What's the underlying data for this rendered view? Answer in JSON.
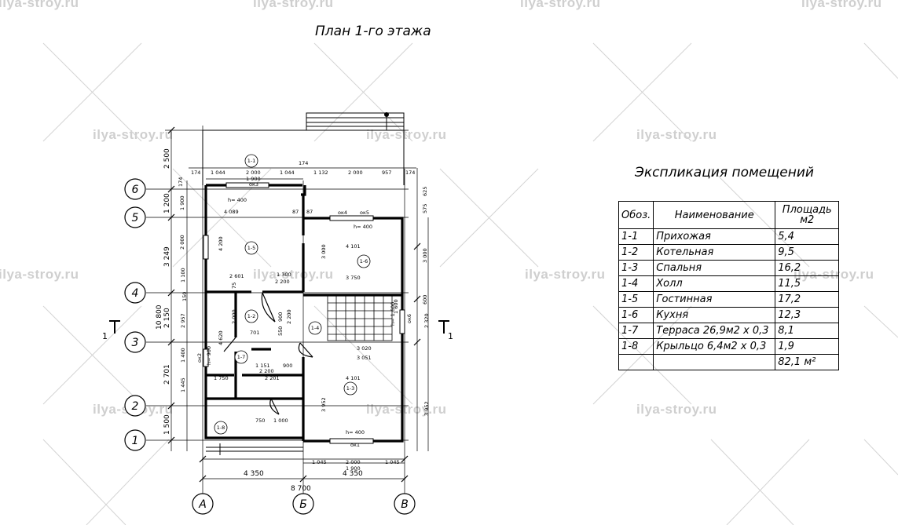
{
  "title": "План 1-го этажа",
  "watermark": "ilya-stroy.ru",
  "watermarks": [
    "ilya-stroy.ru",
    "ilya-stroy.ru",
    "ilya-stroy.ru",
    "ilya-stroy.ru",
    "ilya-stroy.ru",
    "ilya-stroy.ru",
    "ilya-stroy.ru",
    "ilya-stroy.ru",
    "ilya-stroy.ru",
    "ilya-stroy.ru",
    "ilya-stroy.ru",
    "ilya-stroy.ru",
    "ilya-stroy.ru",
    "ilya-stroy.ru",
    "ilya-stroy.ru"
  ],
  "axes": {
    "rows": [
      "6",
      "5",
      "4",
      "3",
      "2",
      "1"
    ],
    "cols": [
      "А",
      "Б",
      "В"
    ]
  },
  "section": "1",
  "overall_dims": {
    "width_total": "8 700",
    "width_left": "4 350",
    "width_right": "4 350",
    "height_total": "10 800",
    "left_chain": [
      "2 500",
      "1 200",
      "3 249",
      "2 150",
      "2 701",
      "1 500"
    ],
    "right_chain": [
      "3 000",
      "2 320",
      "3 952"
    ]
  },
  "rooms": [
    {
      "id": "1-1",
      "height": ""
    },
    {
      "id": "1-2",
      "height": "h= 900"
    },
    {
      "id": "1-3",
      "height": "h= 400"
    },
    {
      "id": "1-4",
      "height": "h= 1 600"
    },
    {
      "id": "1-5",
      "height": "h= 400"
    },
    {
      "id": "1-6",
      "height": "h= 400"
    },
    {
      "id": "1-7",
      "height": ""
    },
    {
      "id": "1-8",
      "height": ""
    }
  ],
  "window_marks": [
    "ок3",
    "ок4",
    "ок5",
    "ок6",
    "ок1",
    "ок2"
  ],
  "dims_top": [
    "174",
    "1 044",
    "2 000",
    "1 044",
    "174",
    "1 132",
    "2 000",
    "957",
    "174",
    "1 900"
  ],
  "dims_inner": [
    "4 089",
    "87",
    "87",
    "2 601",
    "2 200",
    "1 300",
    "3 750",
    "4 101",
    "3 020",
    "3 051",
    "1 151",
    "900",
    "2 201",
    "4 101",
    "2 200",
    "1 750",
    "750",
    "1 000"
  ],
  "dims_bottom": [
    "1 045",
    "2 000",
    "1 045",
    "1 900"
  ],
  "dims_small": [
    "75",
    "150",
    "174",
    "625",
    "575",
    "1 100",
    "1 400",
    "1 445",
    "2 957",
    "4 620",
    "4 200",
    "3 000",
    "2 000",
    "2 200",
    "900",
    "550",
    "701",
    "1 600",
    "600",
    "1 900",
    "2 000",
    "3 952"
  ],
  "legend": {
    "title": "Экспликация помещений",
    "headers": [
      "Обоз.",
      "Наименование",
      "Площадь м2"
    ],
    "rows": [
      [
        "1-1",
        "Прихожая",
        "5,4"
      ],
      [
        "1-2",
        "Котельная",
        "9,5"
      ],
      [
        "1-3",
        "Спальня",
        "16,2"
      ],
      [
        "1-4",
        "Холл",
        "11,5"
      ],
      [
        "1-5",
        "Гостинная",
        "17,2"
      ],
      [
        "1-6",
        "Кухня",
        "12,3"
      ],
      [
        "1-7",
        "Терраса 26,9м2 х 0,3",
        "8,1"
      ],
      [
        "1-8",
        "Крыльцо 6,4м2 х 0,3",
        "1,9"
      ],
      [
        "",
        "",
        "82,1 м²"
      ]
    ]
  }
}
